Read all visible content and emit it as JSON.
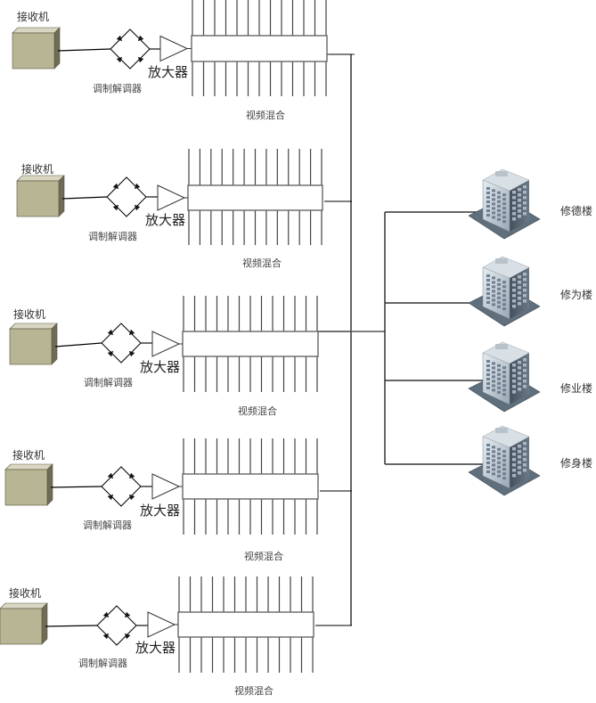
{
  "diagram": {
    "chains": [
      {
        "receiver": "接收机",
        "demodulator": "调制解调器",
        "amplifier": "放大器",
        "mixer": "视频混合"
      },
      {
        "receiver": "接收机",
        "demodulator": "调制解调器",
        "amplifier": "放大器",
        "mixer": "视频混合"
      },
      {
        "receiver": "接收机",
        "demodulator": "调制解调器",
        "amplifier": "放大器",
        "mixer": "视频混合"
      },
      {
        "receiver": "接收机",
        "demodulator": "调制解调器",
        "amplifier": "放大器",
        "mixer": "视频混合"
      },
      {
        "receiver": "接收机",
        "demodulator": "调制解调器",
        "amplifier": "放大器",
        "mixer": "视频混合"
      }
    ],
    "buildings": [
      {
        "name": "修德楼"
      },
      {
        "name": "修为楼"
      },
      {
        "name": "修业楼"
      },
      {
        "name": "修身楼"
      }
    ],
    "mixer_ports_per_side": 13,
    "colors": {
      "receiver_front": "#b8b594",
      "receiver_top": "#d9d7c2",
      "receiver_side": "#6e6c55",
      "line": "#000000",
      "mixer_stroke": "#666666"
    }
  }
}
